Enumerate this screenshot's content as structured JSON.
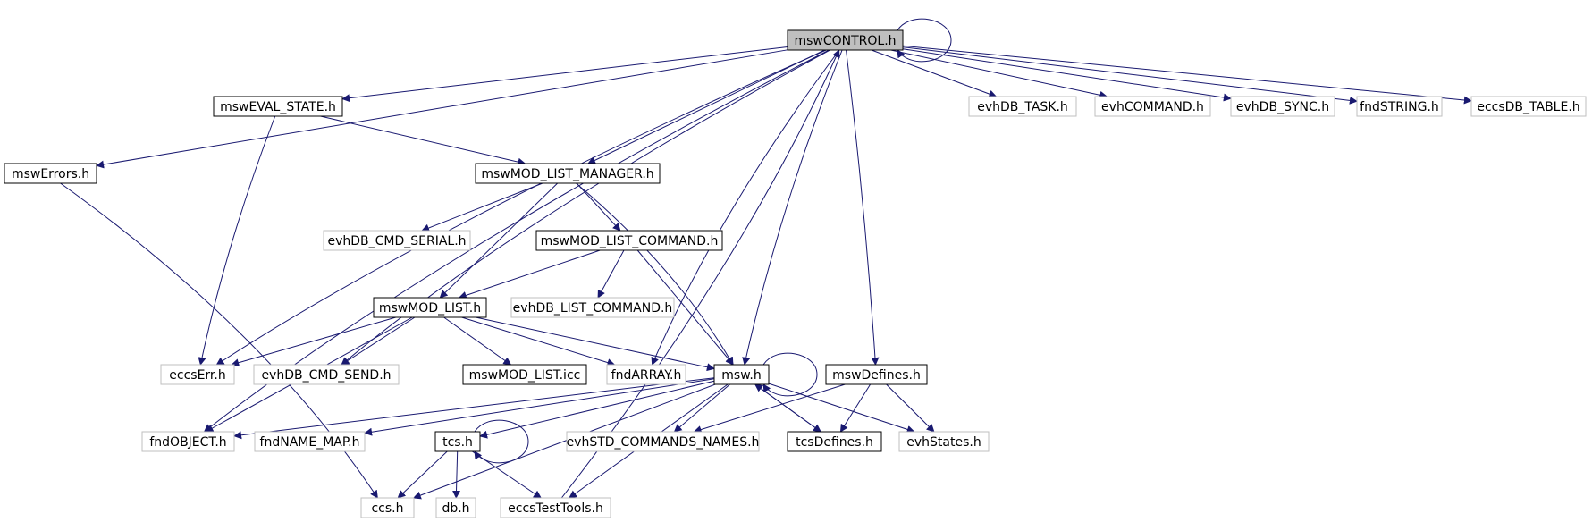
{
  "colors": {
    "edge": "#191970",
    "box_border": "#000000",
    "ext_border": "#bfbfbf",
    "root_fill": "#bfbfbf",
    "box_fill": "#ffffff"
  },
  "nodes": {
    "mswCONTROL": {
      "label": "mswCONTROL.h",
      "kind": "root"
    },
    "mswEVAL_STATE": {
      "label": "mswEVAL_STATE.h",
      "kind": "local"
    },
    "mswErrors": {
      "label": "mswErrors.h",
      "kind": "local"
    },
    "mswMOD_LIST_MANAGER": {
      "label": "mswMOD_LIST_MANAGER.h",
      "kind": "local"
    },
    "mswMOD_LIST_COMMAND": {
      "label": "mswMOD_LIST_COMMAND.h",
      "kind": "local"
    },
    "mswMOD_LIST": {
      "label": "mswMOD_LIST.h",
      "kind": "local"
    },
    "msw": {
      "label": "msw.h",
      "kind": "local"
    },
    "mswDefines": {
      "label": "mswDefines.h",
      "kind": "local"
    },
    "mswMOD_LIST_icc": {
      "label": "mswMOD_LIST.icc",
      "kind": "local"
    },
    "tcs": {
      "label": "tcs.h",
      "kind": "local"
    },
    "tcsDefines": {
      "label": "tcsDefines.h",
      "kind": "local"
    },
    "evhDB_TASK": {
      "label": "evhDB_TASK.h",
      "kind": "external"
    },
    "evhCOMMAND": {
      "label": "evhCOMMAND.h",
      "kind": "external"
    },
    "evhDB_SYNC": {
      "label": "evhDB_SYNC.h",
      "kind": "external"
    },
    "fndSTRING": {
      "label": "fndSTRING.h",
      "kind": "external"
    },
    "eccsDB_TABLE": {
      "label": "eccsDB_TABLE.h",
      "kind": "external"
    },
    "evhDB_CMD_SERIAL": {
      "label": "evhDB_CMD_SERIAL.h",
      "kind": "external"
    },
    "evhDB_LIST_COMMAND": {
      "label": "evhDB_LIST_COMMAND.h",
      "kind": "external"
    },
    "eccsErr": {
      "label": "eccsErr.h",
      "kind": "external"
    },
    "evhDB_CMD_SEND": {
      "label": "evhDB_CMD_SEND.h",
      "kind": "external"
    },
    "fndARRAY": {
      "label": "fndARRAY.h",
      "kind": "external"
    },
    "fndOBJECT": {
      "label": "fndOBJECT.h",
      "kind": "external"
    },
    "fndNAME_MAP": {
      "label": "fndNAME_MAP.h",
      "kind": "external"
    },
    "evhSTD_COMMANDS_NAMES": {
      "label": "evhSTD_COMMANDS_NAMES.h",
      "kind": "external"
    },
    "evhStates": {
      "label": "evhStates.h",
      "kind": "external"
    },
    "ccs": {
      "label": "ccs.h",
      "kind": "external"
    },
    "db": {
      "label": "db.h",
      "kind": "external"
    },
    "eccsTestTools": {
      "label": "eccsTestTools.h",
      "kind": "external"
    }
  },
  "edges": [
    [
      "mswCONTROL",
      "mswCONTROL"
    ],
    [
      "mswCONTROL",
      "evhDB_TASK"
    ],
    [
      "mswCONTROL",
      "evhCOMMAND"
    ],
    [
      "mswCONTROL",
      "evhDB_SYNC"
    ],
    [
      "mswCONTROL",
      "fndSTRING"
    ],
    [
      "mswCONTROL",
      "eccsDB_TABLE"
    ],
    [
      "mswCONTROL",
      "mswEVAL_STATE"
    ],
    [
      "mswCONTROL",
      "mswErrors"
    ],
    [
      "mswCONTROL",
      "eccsErr"
    ],
    [
      "mswCONTROL",
      "fndOBJECT"
    ],
    [
      "mswCONTROL",
      "evhDB_CMD_SEND"
    ],
    [
      "mswCONTROL",
      "mswMOD_LIST_MANAGER"
    ],
    [
      "mswCONTROL",
      "fndARRAY"
    ],
    [
      "mswCONTROL",
      "msw"
    ],
    [
      "mswCONTROL",
      "mswDefines"
    ],
    [
      "eccsTestTools",
      "mswCONTROL"
    ],
    [
      "mswEVAL_STATE",
      "mswMOD_LIST_MANAGER"
    ],
    [
      "mswEVAL_STATE",
      "eccsErr"
    ],
    [
      "mswErrors",
      "ccs"
    ],
    [
      "mswMOD_LIST_MANAGER",
      "evhDB_CMD_SERIAL"
    ],
    [
      "mswMOD_LIST_MANAGER",
      "mswMOD_LIST_COMMAND"
    ],
    [
      "mswMOD_LIST_MANAGER",
      "mswMOD_LIST"
    ],
    [
      "mswMOD_LIST_MANAGER",
      "msw"
    ],
    [
      "mswMOD_LIST_COMMAND",
      "mswMOD_LIST"
    ],
    [
      "mswMOD_LIST_COMMAND",
      "evhDB_LIST_COMMAND"
    ],
    [
      "mswMOD_LIST_COMMAND",
      "msw"
    ],
    [
      "mswMOD_LIST",
      "eccsErr"
    ],
    [
      "mswMOD_LIST",
      "evhDB_CMD_SEND"
    ],
    [
      "mswMOD_LIST",
      "mswMOD_LIST_icc"
    ],
    [
      "mswMOD_LIST",
      "fndARRAY"
    ],
    [
      "mswMOD_LIST",
      "msw"
    ],
    [
      "mswMOD_LIST",
      "fndOBJECT"
    ],
    [
      "msw",
      "msw"
    ],
    [
      "msw",
      "fndOBJECT"
    ],
    [
      "msw",
      "fndNAME_MAP"
    ],
    [
      "msw",
      "tcs"
    ],
    [
      "msw",
      "ccs"
    ],
    [
      "msw",
      "eccsTestTools"
    ],
    [
      "msw",
      "evhSTD_COMMANDS_NAMES"
    ],
    [
      "msw",
      "tcsDefines"
    ],
    [
      "msw",
      "evhStates"
    ],
    [
      "tcsDefines",
      "msw"
    ],
    [
      "mswDefines",
      "evhSTD_COMMANDS_NAMES"
    ],
    [
      "mswDefines",
      "tcsDefines"
    ],
    [
      "mswDefines",
      "evhStates"
    ],
    [
      "tcs",
      "tcs"
    ],
    [
      "tcs",
      "ccs"
    ],
    [
      "tcs",
      "db"
    ],
    [
      "tcs",
      "eccsTestTools"
    ]
  ]
}
